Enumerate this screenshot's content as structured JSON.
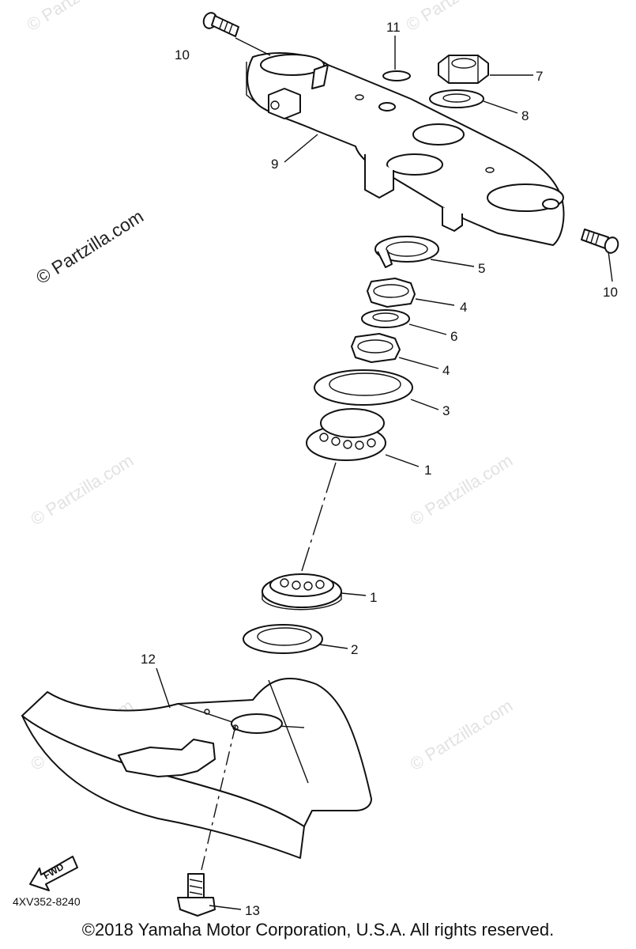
{
  "watermarks": [
    "© Partzilla.com",
    "© Partzilla.com",
    "© Partzilla.com",
    "© Partzilla.com",
    "© Partzilla.com",
    "© Partzilla.com",
    "© Partzilla.com"
  ],
  "callouts": {
    "c1a": "1",
    "c1b": "1",
    "c2": "2",
    "c3": "3",
    "c4a": "4",
    "c4b": "4",
    "c5": "5",
    "c6": "6",
    "c7": "7",
    "c8": "8",
    "c9": "9",
    "c10a": "10",
    "c10b": "10",
    "c11": "11",
    "c12": "12",
    "c13": "13"
  },
  "fwd_label": "FWD",
  "diagram_code": "4XV352-8240",
  "copyright": "©2018  Yamaha Motor Corporation, U.S.A. All rights reserved."
}
